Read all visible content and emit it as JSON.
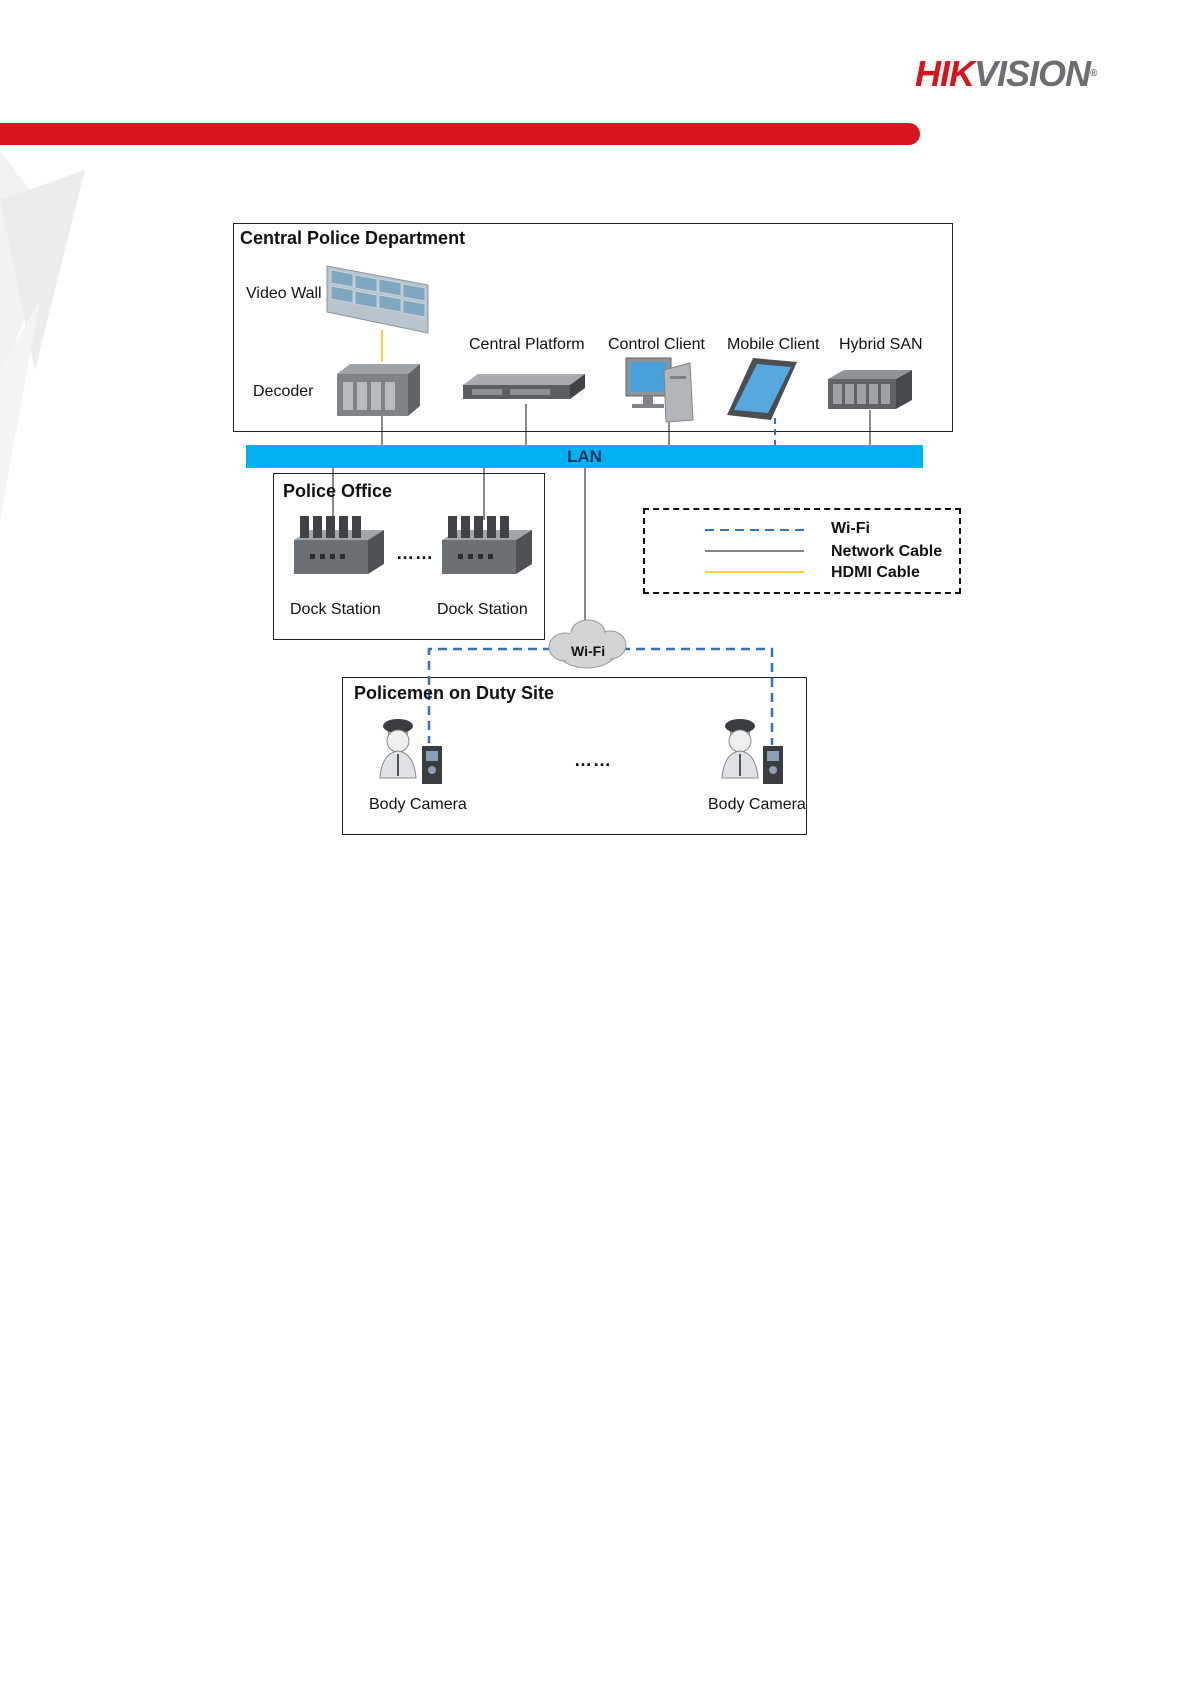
{
  "brand": {
    "logo_red": "HIK",
    "logo_gray": "VISION",
    "logo_reg": "®",
    "red": "#d9141c",
    "gray": "#6d6e71"
  },
  "diagram": {
    "central": {
      "title": "Central Police Department",
      "video_wall": "Video Wall",
      "decoder": "Decoder",
      "central_platform": "Central Platform",
      "control_client": "Control Client",
      "mobile_client": "Mobile Client",
      "hybrid_san": "Hybrid SAN"
    },
    "lan": {
      "label": "LAN",
      "color": "#00b0f0"
    },
    "police_office": {
      "title": "Police Office",
      "dock_1": "Dock Station",
      "dock_2": "Dock Station",
      "ellipsis": "……"
    },
    "wifi_cloud": "Wi-Fi",
    "duty_site": {
      "title": "Policemen on Duty Site",
      "camera_1": "Body Camera",
      "camera_2": "Body Camera",
      "ellipsis": "……"
    },
    "legend": {
      "wifi": "Wi-Fi",
      "network": "Network Cable",
      "hdmi": "HDMI Cable",
      "wifi_color": "#2e74c4",
      "network_color": "#111111",
      "hdmi_color": "#f5c400"
    }
  }
}
